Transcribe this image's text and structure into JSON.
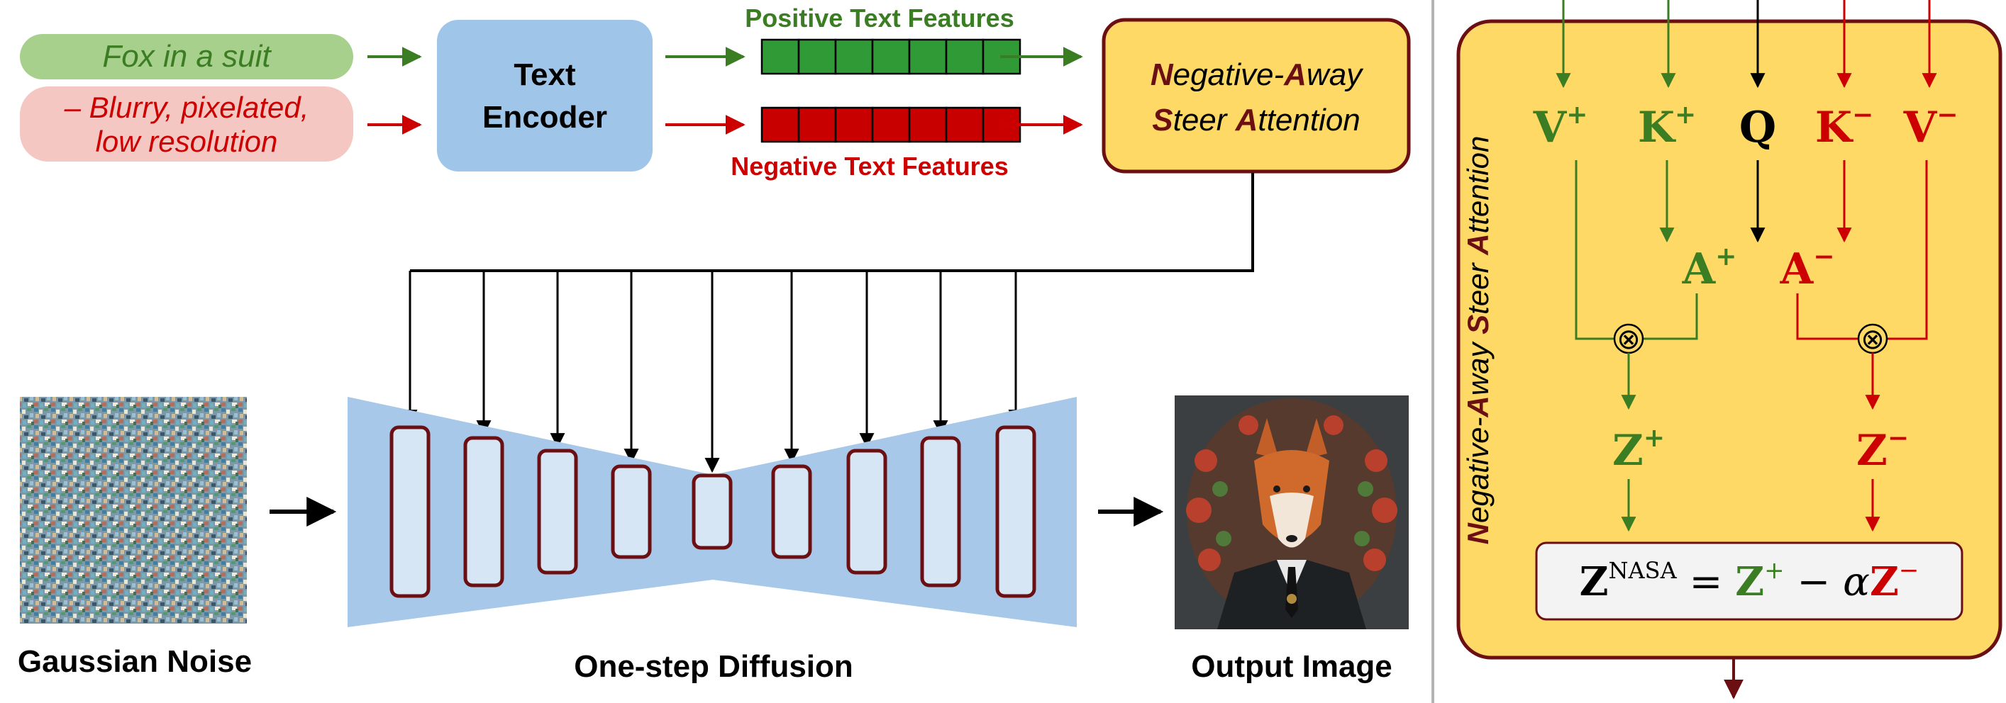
{
  "prompts": {
    "positive": "Fox in a suit",
    "negative_line1": "– Blurry, pixelated,",
    "negative_line2": "low resolution"
  },
  "text_encoder": {
    "line1": "Text",
    "line2": "Encoder"
  },
  "features": {
    "positive_label": "Positive Text Features",
    "negative_label": "Negative Text Features"
  },
  "nasa_box": {
    "line1_a": "N",
    "line1_b": "egative-",
    "line1_c": "A",
    "line1_d": "way",
    "line2_a": "S",
    "line2_b": "teer ",
    "line2_c": "A",
    "line2_d": "ttention"
  },
  "labels": {
    "noise": "Gaussian Noise",
    "diffusion": "One-step Diffusion",
    "output": "Output Image"
  },
  "detail": {
    "side_a": "N",
    "side_b": "egative-",
    "side_c": "A",
    "side_d": "way ",
    "side_e": "S",
    "side_f": "teer ",
    "side_g": "A",
    "side_h": "ttention",
    "vplus": "V",
    "kplus": "K",
    "q": "Q",
    "kminus": "K",
    "vminus": "V",
    "aplus": "A",
    "aminus": "A",
    "zplus": "Z",
    "zminus": "Z",
    "plus": "+",
    "minus": "−",
    "otimes": "⊗",
    "formula_z": "Z",
    "formula_sup": "NASA",
    "formula_eq": " = ",
    "formula_zp": "Z",
    "formula_sp": "+",
    "formula_mid": " − α",
    "formula_zm": "Z",
    "formula_sm": "−"
  },
  "colors": {
    "green": "#3a7d22",
    "red": "#cc0000",
    "dark_red": "#6b0f12",
    "encoder_blue": "#9fc5e8",
    "unet_blue": "#a7c8e8",
    "block_fill": "#d6e6f5",
    "nasa_yellow": "#ffd966",
    "pos_prompt_bg": "#a8d08d",
    "neg_prompt_bg": "#f4c7c3"
  }
}
